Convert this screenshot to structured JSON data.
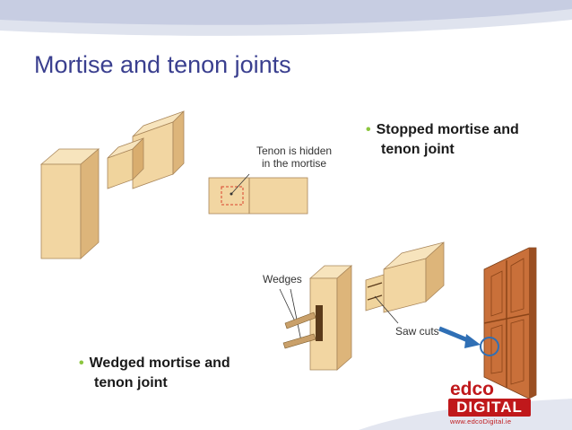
{
  "slide": {
    "title": "Mortise and tenon joints",
    "bullets": [
      {
        "line1": "Stopped mortise and",
        "line2": "tenon joint"
      },
      {
        "line1": "Wedged mortise and",
        "line2": "tenon joint"
      }
    ],
    "labels": {
      "tenon_hidden_line1": "Tenon is hidden",
      "tenon_hidden_line2": "in the mortise",
      "wedges": "Wedges",
      "saw_cuts": "Saw cuts"
    },
    "logo": {
      "top": "edco",
      "box": "DIGITAL",
      "url": "www.edcoDigital.ie"
    }
  },
  "colors": {
    "title": "#3a3f8f",
    "bullet_dot": "#8cc63f",
    "wood": "#f2d6a2",
    "wood_dark": "#d9b173",
    "top_band": "#2b3a8f",
    "logo_red": "#c0181b"
  }
}
